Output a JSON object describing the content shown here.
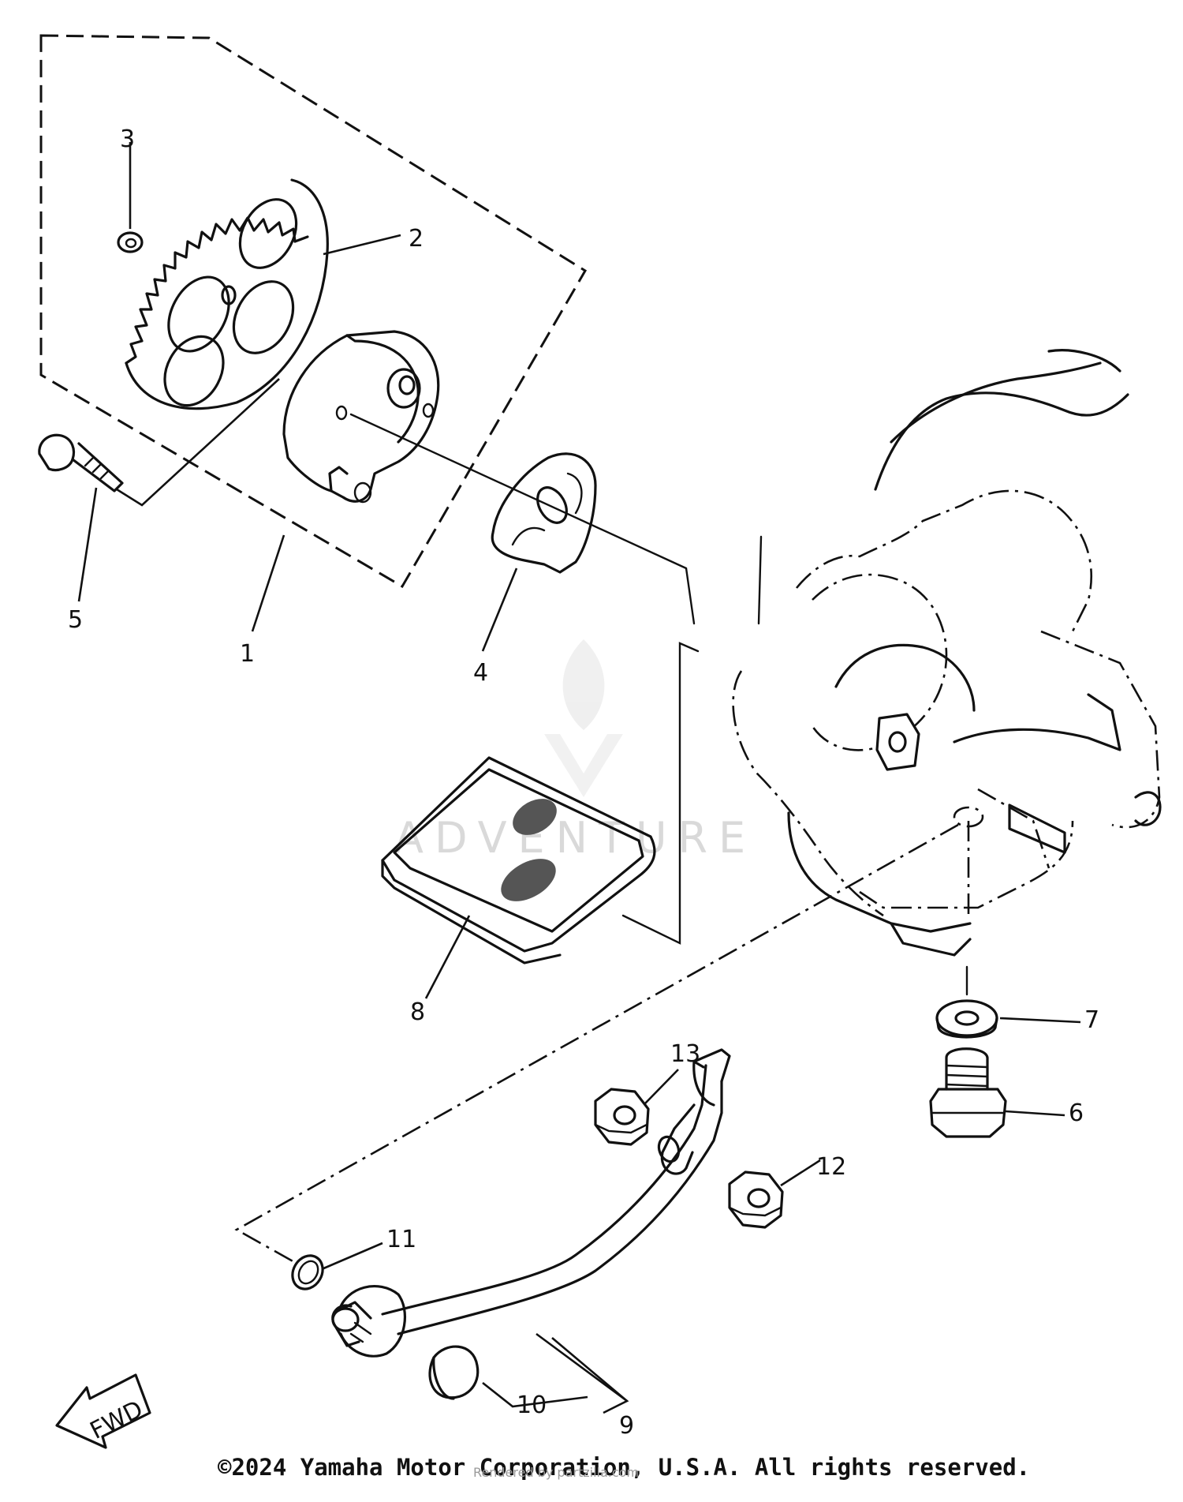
{
  "callouts": {
    "c1": "1",
    "c2": "2",
    "c3": "3",
    "c4": "4",
    "c5": "5",
    "c6": "6",
    "c7": "7",
    "c8": "8",
    "c9": "9",
    "c10": "10",
    "c11": "11",
    "c12": "12",
    "c13": "13"
  },
  "direction_label": "FWD",
  "watermark": "ADVENTURE",
  "copyright": "©2024 Yamaha Motor Corporation, U.S.A. All rights reserved.",
  "rendered_note": "Rendered by partzilla.com"
}
